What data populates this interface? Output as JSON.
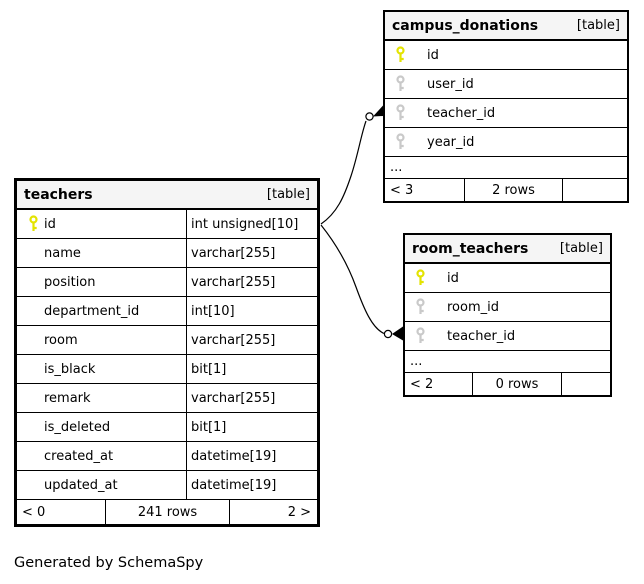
{
  "credit": "Generated by SchemaSpy",
  "colors": {
    "header_bg": "#f5f5f5",
    "border": "#000000",
    "primary_key": "#e3e300",
    "foreign_key": "#c9c9c9"
  },
  "tables": {
    "teachers": {
      "title": "teachers",
      "tag": "[table]",
      "columns": [
        {
          "name": "id",
          "type": "int unsigned[10]",
          "key": "primary"
        },
        {
          "name": "name",
          "type": "varchar[255]",
          "key": ""
        },
        {
          "name": "position",
          "type": "varchar[255]",
          "key": ""
        },
        {
          "name": "department_id",
          "type": "int[10]",
          "key": ""
        },
        {
          "name": "room",
          "type": "varchar[255]",
          "key": ""
        },
        {
          "name": "is_black",
          "type": "bit[1]",
          "key": ""
        },
        {
          "name": "remark",
          "type": "varchar[255]",
          "key": ""
        },
        {
          "name": "is_deleted",
          "type": "bit[1]",
          "key": ""
        },
        {
          "name": "created_at",
          "type": "datetime[19]",
          "key": ""
        },
        {
          "name": "updated_at",
          "type": "datetime[19]",
          "key": ""
        }
      ],
      "footer": {
        "left": "< 0",
        "center": "241 rows",
        "right": "2 >"
      }
    },
    "campus_donations": {
      "title": "campus_donations",
      "tag": "[table]",
      "columns": [
        {
          "name": "id",
          "key": "primary"
        },
        {
          "name": "user_id",
          "key": "foreign"
        },
        {
          "name": "teacher_id",
          "key": "foreign"
        },
        {
          "name": "year_id",
          "key": "foreign"
        }
      ],
      "ellipsis": "...",
      "footer": {
        "left": "< 3",
        "center": "2 rows",
        "right": ""
      }
    },
    "room_teachers": {
      "title": "room_teachers",
      "tag": "[table]",
      "columns": [
        {
          "name": "id",
          "key": "primary"
        },
        {
          "name": "room_id",
          "key": "foreign"
        },
        {
          "name": "teacher_id",
          "key": "foreign"
        }
      ],
      "ellipsis": "...",
      "footer": {
        "left": "< 2",
        "center": "0 rows",
        "right": ""
      }
    }
  },
  "relationships": [
    {
      "from": "teachers.id",
      "to": "campus_donations.teacher_id"
    },
    {
      "from": "teachers.id",
      "to": "room_teachers.teacher_id"
    }
  ]
}
